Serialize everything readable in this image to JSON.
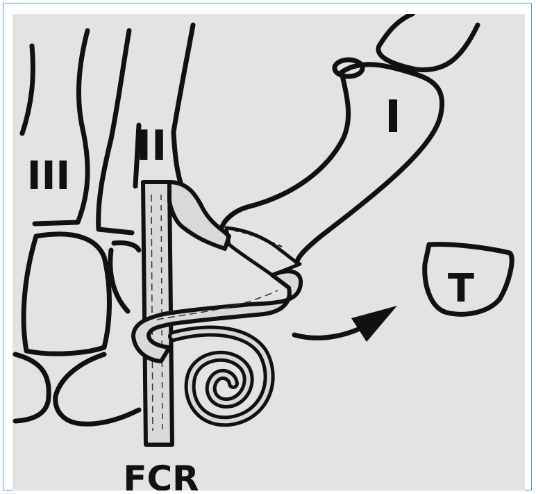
{
  "labels": {
    "metacarpal_iii": "III",
    "metacarpal_ii": "II",
    "metacarpal_i": "I",
    "trapezium": "T",
    "tendon": "FCR"
  },
  "colors": {
    "frame": "#3aa6dc",
    "paper": "#e3e3e3",
    "ink": "#111111",
    "tendon_fill": "#d9d9d9"
  }
}
